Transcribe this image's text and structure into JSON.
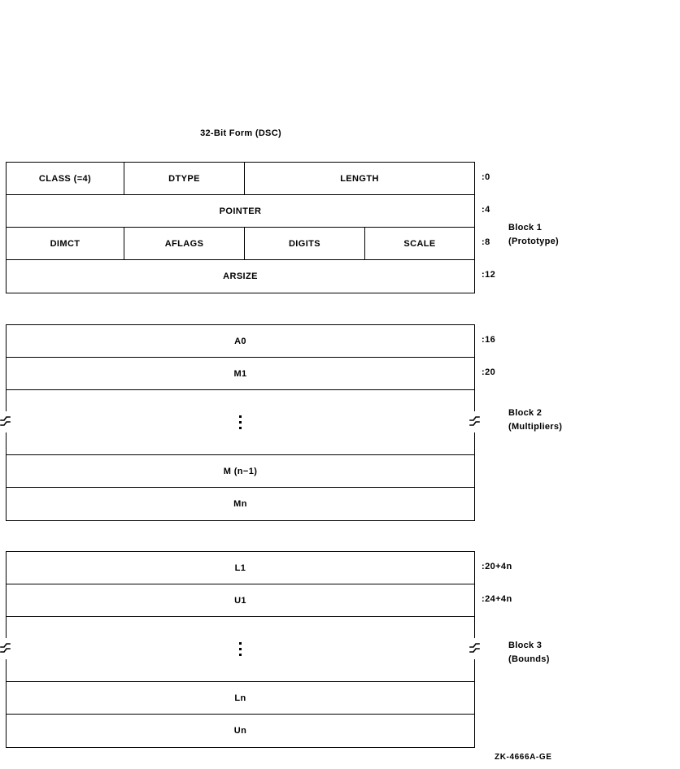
{
  "title": "32-Bit Form (DSC)",
  "figure_id": "ZK-4666A-GE",
  "blocks": [
    {
      "caption_line1": "Block 1",
      "caption_line2": "(Prototype)",
      "rows": [
        {
          "offset": ":0",
          "cells": [
            "CLASS  (=4)",
            "DTYPE",
            "LENGTH"
          ]
        },
        {
          "offset": ":4",
          "cells": [
            "POINTER"
          ]
        },
        {
          "offset": ":8",
          "cells": [
            "DIMCT",
            "AFLAGS",
            "DIGITS",
            "SCALE"
          ]
        },
        {
          "offset": ":12",
          "cells": [
            "ARSIZE"
          ]
        }
      ]
    },
    {
      "caption_line1": "Block 2",
      "caption_line2": "(Multipliers)",
      "rows": [
        {
          "offset": ":16",
          "cells": [
            "A0"
          ]
        },
        {
          "offset": ":20",
          "cells": [
            "M1"
          ]
        },
        {
          "offset": "",
          "cells": [
            "⋮"
          ]
        },
        {
          "offset": "",
          "cells": [
            "M (n−1)"
          ]
        },
        {
          "offset": "",
          "cells": [
            "Mn"
          ]
        }
      ]
    },
    {
      "caption_line1": "Block 3",
      "caption_line2": "(Bounds)",
      "rows": [
        {
          "offset": ":20+4n",
          "cells": [
            "L1"
          ]
        },
        {
          "offset": ":24+4n",
          "cells": [
            "U1"
          ]
        },
        {
          "offset": "",
          "cells": [
            "⋮"
          ]
        },
        {
          "offset": "",
          "cells": [
            "Ln"
          ]
        },
        {
          "offset": "",
          "cells": [
            "Un"
          ]
        }
      ]
    }
  ]
}
